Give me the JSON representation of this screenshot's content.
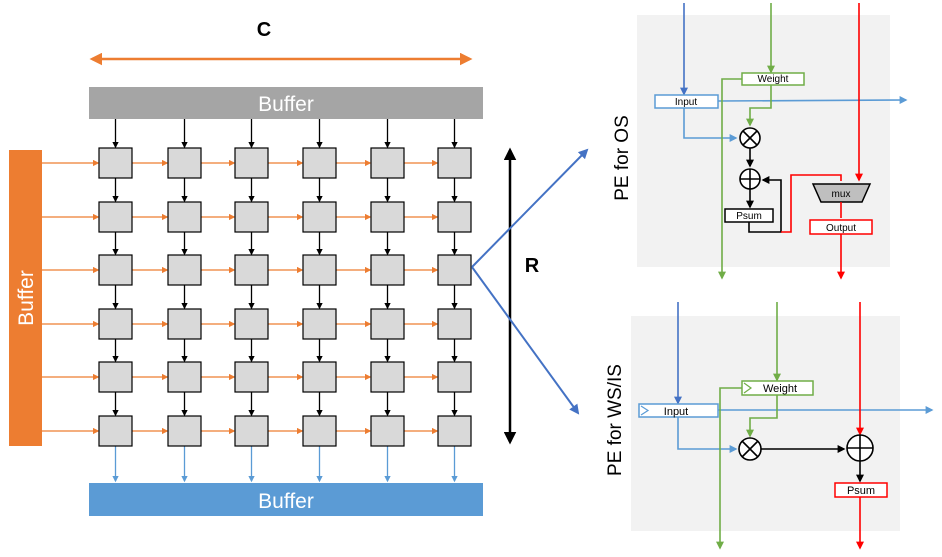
{
  "array": {
    "c_label": "C",
    "r_label": "R",
    "top_buffer_label": "Buffer",
    "left_buffer_label": "Buffer",
    "bottom_buffer_label": "Buffer",
    "rows": 6,
    "cols": 6
  },
  "pe_os": {
    "title": "PE for OS",
    "input_label": "Input",
    "weight_label": "Weight",
    "psum_label": "Psum",
    "mux_label": "mux",
    "output_label": "Output"
  },
  "pe_ws": {
    "title": "PE for WS/IS",
    "input_label": "Input",
    "weight_label": "Weight",
    "psum_label": "Psum"
  },
  "colors": {
    "orange": "#ED7D31",
    "blue": "#4472C4",
    "light_blue": "#5B9BD5",
    "green": "#70AD47",
    "red": "#FF0000",
    "gray_buffer": "#A5A5A5",
    "pe_fill": "#D9D9D9",
    "panel_bg": "#F2F2F2"
  }
}
